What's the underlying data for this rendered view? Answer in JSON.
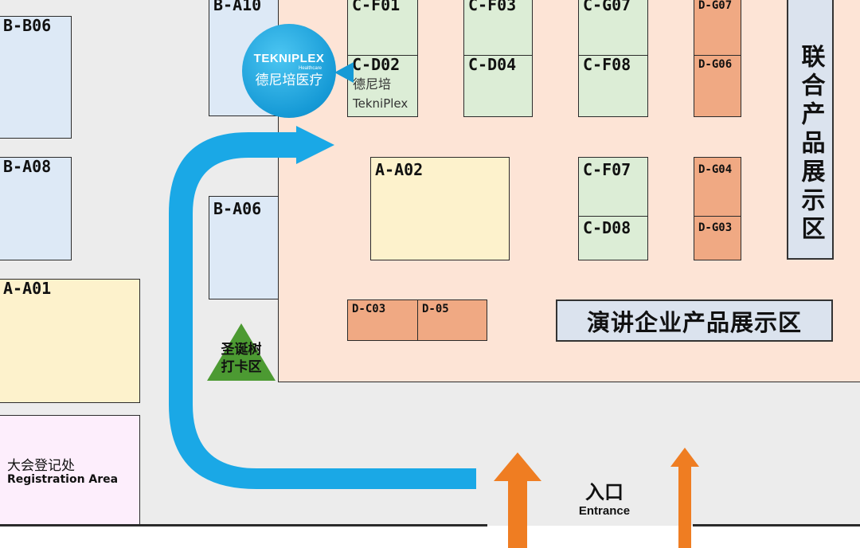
{
  "booths": {
    "b_b06": "B-B06",
    "b_a08": "B-A08",
    "a_a01": "A-A01",
    "b_a10": "B-A10",
    "b_a06": "B-A06",
    "c_f01": "C-F01",
    "c_d02": "C-D02",
    "c_d02_cn": "德尼培",
    "c_d02_en": "TekniPlex",
    "c_f03": "C-F03",
    "c_d04": "C-D04",
    "c_g07": "C-G07",
    "c_f08": "C-F08",
    "d_g07": "D-G07",
    "d_g06": "D-G06",
    "a_a02": "A-A02",
    "c_f07": "C-F07",
    "c_d08": "C-D08",
    "d_g04": "D-G04",
    "d_g03": "D-G03",
    "d_c03": "D-C03",
    "d_05": "D-05"
  },
  "zones": {
    "joint_showcase": "联合产品展示区",
    "speaker_showcase": "演讲企业产品展示区",
    "xmas_tree_line1": "圣诞树",
    "xmas_tree_line2": "打卡区"
  },
  "registration": {
    "cn": "大会登记处",
    "en": "Registration Area"
  },
  "entrance": {
    "cn": "入口",
    "en": "Entrance"
  },
  "logo": {
    "brand": "TEKNIPLEX",
    "tagline": "Healthcare",
    "cn": "德尼培医疗"
  },
  "colors": {
    "zone": "#fde4d6",
    "booth_blue": "#dde9f6",
    "booth_green": "#dcedd6",
    "booth_yellow": "#fdf2cc",
    "booth_orange": "#f0a983",
    "registration": "#fdeefc",
    "path_arrow": "#1aa8e6",
    "entrance_arrow": "#ef7d22",
    "tree": "#4c9a32"
  }
}
